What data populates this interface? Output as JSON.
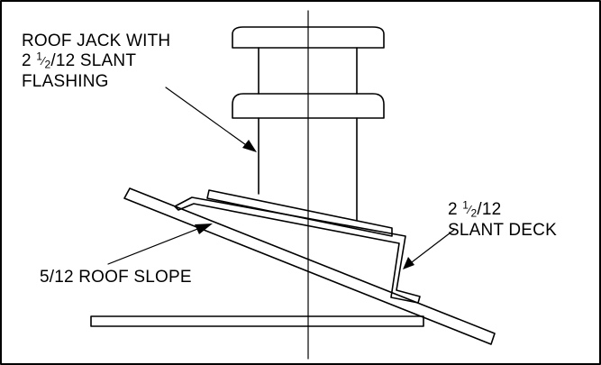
{
  "diagram": {
    "labels": {
      "roof_jack": {
        "line1": "ROOF JACK WITH",
        "line2_prefix": "2",
        "line2_suffix": "/12 SLANT",
        "line3": "FLASHING"
      },
      "slant_deck": {
        "line1_prefix": "2",
        "line1_suffix": "/12",
        "line2": "SLANT DECK"
      },
      "roof_slope": {
        "text": "5/12 ROOF SLOPE"
      },
      "fraction": {
        "numerator": "1",
        "denominator": "2"
      }
    },
    "colors": {
      "stroke": "#000000",
      "background": "#ffffff"
    }
  }
}
